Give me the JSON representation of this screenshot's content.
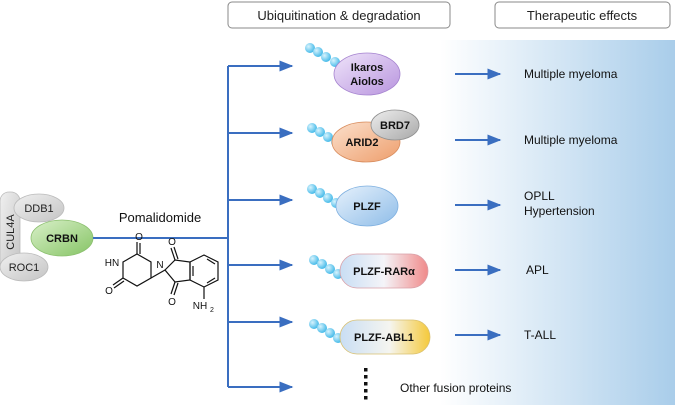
{
  "headers": {
    "ubiquitination": "Ubiquitination & degradation",
    "therapeutic": "Therapeutic effects"
  },
  "complex": {
    "ddb1": "DDB1",
    "cul4a": "CUL4A",
    "crbn": "CRBN",
    "roc1": "ROC1"
  },
  "drug": {
    "name": "Pomalidomide",
    "atoms": {
      "hn": "HN",
      "n": "N",
      "o1": "O",
      "o2": "O",
      "o3": "O",
      "o4": "O",
      "nh": "NH",
      "sub2": "2"
    }
  },
  "targets": [
    {
      "name_line1": "Ikaros",
      "name_line2": "Aiolos",
      "effect": "Multiple myeloma"
    },
    {
      "name": "ARID2",
      "partner": "BRD7",
      "effect": "Multiple myeloma"
    },
    {
      "name": "PLZF",
      "effect_line1": "OPLL",
      "effect_line2": "Hypertension"
    },
    {
      "name": "PLZF-RARα",
      "effect": "APL"
    },
    {
      "name": "PLZF-ABL1",
      "effect": "T-ALL"
    }
  ],
  "other": {
    "ellipsis": "⋮",
    "label": "Other fusion proteins"
  },
  "colors": {
    "arrow": "#3a6ec0",
    "ikaros": "#c7a8e4",
    "arid2": "#f2b48c",
    "brd7": "#bcbcbc",
    "plzf": "#a9ccee",
    "rara": "#f29a9a",
    "abl1": "#f7d24e",
    "crbn": "#9cd27e",
    "complex_grey": "#d9d9d9",
    "ubiquitin": "#55c5ee",
    "panel_blue": "#a9cdea"
  }
}
